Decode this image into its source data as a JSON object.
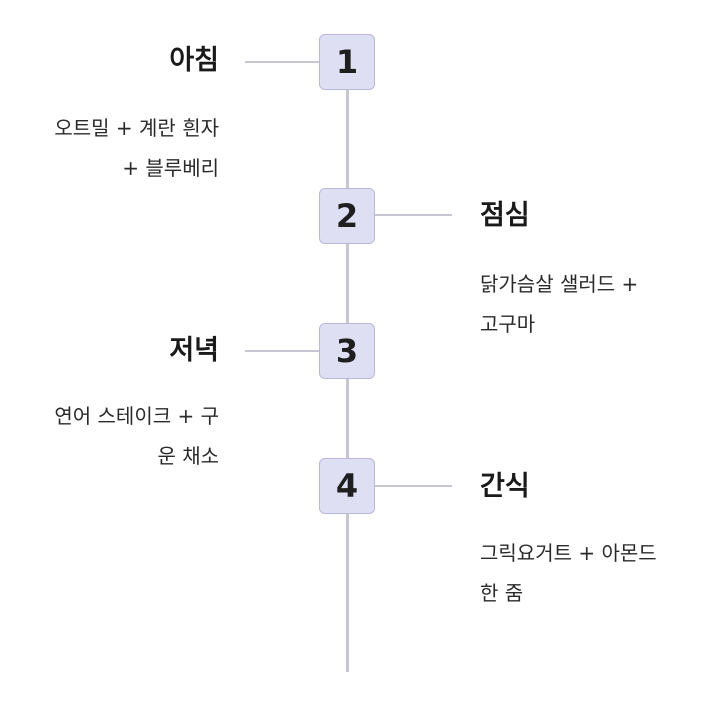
{
  "meals": [
    {
      "number": "1",
      "title": "아침",
      "desc_line1": "오트밀 + 계란 흰자",
      "desc_line2": "+ 블루베리"
    },
    {
      "number": "2",
      "title": "점심",
      "desc_line1": "닭가슴살 샐러드 +",
      "desc_line2": "고구마"
    },
    {
      "number": "3",
      "title": "저녁",
      "desc_line1": "연어 스테이크 + 구",
      "desc_line2": "운 채소"
    },
    {
      "number": "4",
      "title": "간식",
      "desc_line1": "그릭요거트 + 아몬드",
      "desc_line2": "한 줌"
    }
  ]
}
